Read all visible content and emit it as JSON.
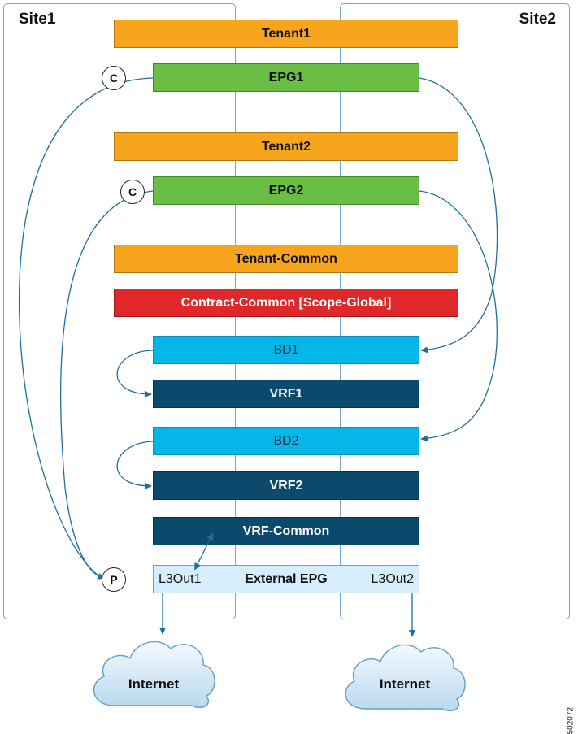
{
  "sites": {
    "site1": "Site1",
    "site2": "Site2"
  },
  "tenants": {
    "tenant1": "Tenant1",
    "tenant2": "Tenant2",
    "common": "Tenant-Common"
  },
  "epgs": {
    "epg1": "EPG1",
    "epg2": "EPG2"
  },
  "contract": "Contract-Common [Scope-Global]",
  "bds": {
    "bd1": "BD1",
    "bd2": "BD2"
  },
  "vrfs": {
    "vrf1": "VRF1",
    "vrf2": "VRF2",
    "common": "VRF-Common"
  },
  "external": {
    "left": "L3Out1",
    "center": "External EPG",
    "right": "L3Out2"
  },
  "markers": {
    "consumer": "C",
    "provider": "P"
  },
  "clouds": {
    "left": "Internet",
    "right": "Internet"
  },
  "figure_id": "502072",
  "colors": {
    "tenant": "#f7a51c",
    "epg": "#6abd45",
    "contract": "#e0282a",
    "bd": "#05b7e8",
    "vrf": "#0b4a6c",
    "external": "#d6eefb",
    "connector": "#1f6f9e"
  }
}
